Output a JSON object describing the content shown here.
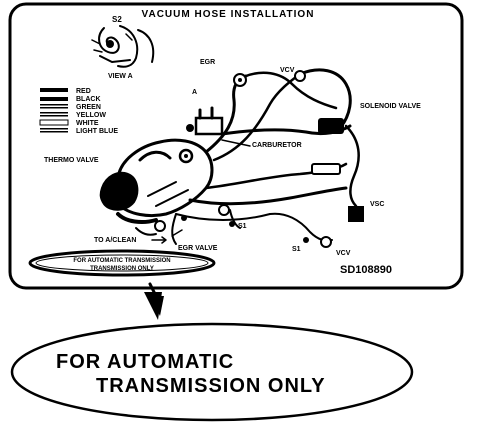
{
  "title": "VACUUM HOSE INSTALLATION",
  "view_code": "S2",
  "view_label": "VIEW A",
  "color_legend": [
    "RED",
    "BLACK",
    "GREEN",
    "YELLOW",
    "WHITE",
    "LIGHT BLUE"
  ],
  "labels": {
    "egr": "EGR",
    "vcv_top": "VCV",
    "a_top": "A",
    "solenoid_valve": "SOLENOID VALVE",
    "carburetor": "CARBURETOR",
    "thermo_valve": "THERMO VALVE",
    "vsc": "VSC",
    "to_aclean": "TO A/CLEAN",
    "s1_left": "S1",
    "egr_valve": "EGR VALVE",
    "s1_right": "S1",
    "vcv_bottom": "VCV"
  },
  "oval_small_text": [
    "FOR AUTOMATIC TRANSMISSION",
    "TRANSMISSION ONLY"
  ],
  "part_number": "SD108890",
  "callout_line1": "FOR AUTOMATIC",
  "callout_line2": "TRANSMISSION ONLY"
}
